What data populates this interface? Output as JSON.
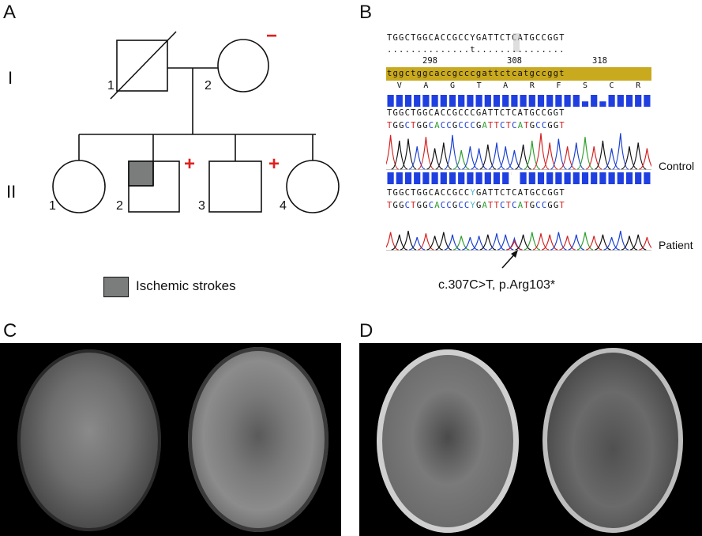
{
  "panels": {
    "a": "A",
    "b": "B",
    "c": "C",
    "d": "D"
  },
  "pedigree": {
    "generations": [
      "I",
      "II"
    ],
    "gen1": {
      "father_num": "1",
      "mother_num": "2",
      "mother_mark": "−"
    },
    "gen2": {
      "ind1_num": "1",
      "ind2_num": "2",
      "ind2_mark": "+",
      "ind3_num": "3",
      "ind3_mark": "+",
      "ind4_num": "4"
    },
    "legend_label": "Ischemic strokes",
    "colors": {
      "affected": "#7a7d7c",
      "mark": "#e02020"
    }
  },
  "sequence": {
    "reference": "TGGCTGGCACCGCCYGATTCTCATGCCGGT",
    "dots": "..............t...............",
    "positions": [
      "298",
      "308",
      "318"
    ],
    "lower": "tggctggcaccgcccgattctcatgccggt",
    "aa": [
      "V",
      "A",
      "G",
      "T",
      "A",
      "R",
      "F",
      "S",
      "C",
      "R"
    ],
    "control_seq": "TGGCTGGCACCGCCCGATTCTCATGCCGGT",
    "control_called": "TGGCTGGCACCGCCCGATTCTCATGCCGGT",
    "patient_seq": "TGGCTGGCACCGCCYGATTCTCATGCCGGT",
    "patient_called": "TGGCTGGCACCGCCYGATTCTCATGCCGGT",
    "control_label": "Control",
    "patient_label": "Patient",
    "mutation": "c.307C>T, p.Arg103*",
    "base_colors": {
      "A": "#2e9e2e",
      "C": "#1a3fd0",
      "G": "#111111",
      "T": "#d42020",
      "Y": "#4fb3c6"
    },
    "bar_color": "#1f3fe0",
    "band_color": "#c9a91e"
  }
}
